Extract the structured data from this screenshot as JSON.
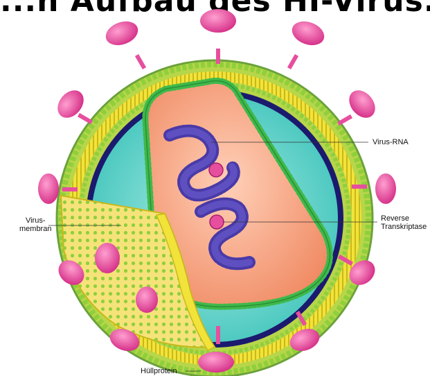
{
  "header": {
    "title_fragment": "...n Aufbau des HI-Virus..."
  },
  "labels": {
    "virus_rna": "Virus-RNA",
    "reverse_transkriptase": "Reverse\nTranskriptase",
    "virus_membran": "Virus-\nmembran",
    "huellprotein": "Hüllprotein"
  },
  "colors": {
    "envelope_green": "#b7d64a",
    "lipid_yellow": "#f2e33a",
    "inner_ring_navy": "#1b1a6e",
    "matrix_teal": "#6fd9cf",
    "capsid_peach": "#f6a27e",
    "capsid_dots": "#3fb94a",
    "rna_purple": "#4a3aa7",
    "protein_pink": "#e64f9e",
    "cutaway_yellow": "#f5e37a"
  }
}
